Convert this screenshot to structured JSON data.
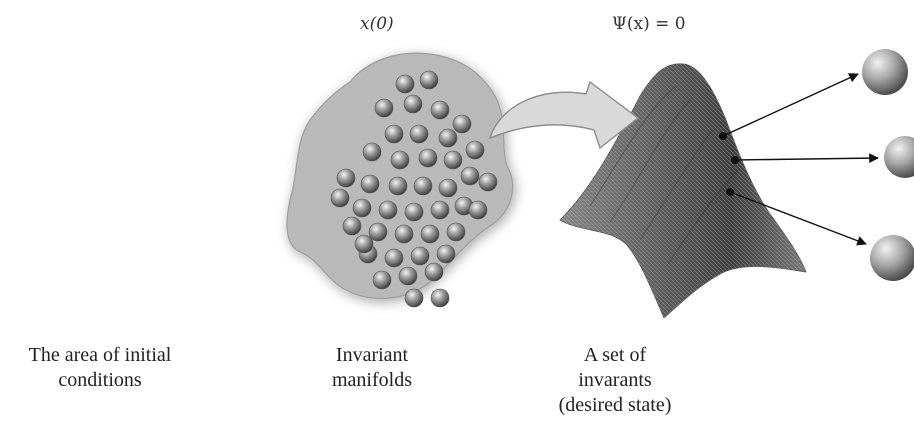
{
  "labels": {
    "initial_state": "x(0)",
    "goal_condition": "Ψ(x) = 0"
  },
  "captions": {
    "initial_area": [
      "The area of initial",
      "conditions"
    ],
    "manifolds": [
      "Invariant",
      "manifolds"
    ],
    "invariants": [
      "A set of",
      "invarants",
      "(desired state)"
    ]
  },
  "icons": {
    "blob": "initial-conditions-region",
    "surface": "invariant-manifold-surface",
    "arrow": "curved-arrow",
    "spheres": "state-sphere"
  },
  "colors": {
    "blob_fill": "#b9b9b9",
    "sphere": "#8a8a8a",
    "surface": "#6e6e6e",
    "arrow_fill": "#d9d9d9",
    "arrow_stroke": "#8c8c8c",
    "line": "#111111"
  }
}
